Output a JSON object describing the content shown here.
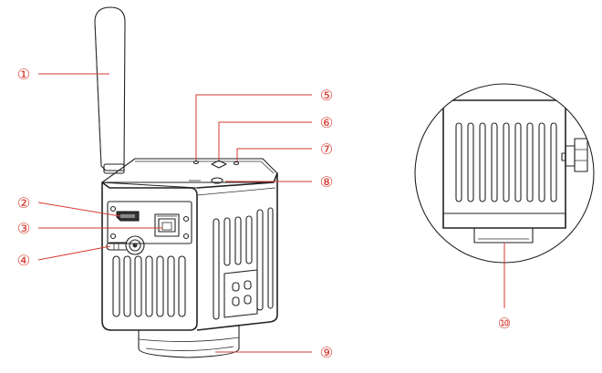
{
  "colors": {
    "callout": "#d63a30",
    "outline": "#222222",
    "background": "#ffffff"
  },
  "callouts": [
    {
      "id": "1",
      "label": "①"
    },
    {
      "id": "2",
      "label": "②"
    },
    {
      "id": "3",
      "label": "③"
    },
    {
      "id": "4",
      "label": "④"
    },
    {
      "id": "5",
      "label": "⑤"
    },
    {
      "id": "6",
      "label": "⑥"
    },
    {
      "id": "7",
      "label": "⑦"
    },
    {
      "id": "8",
      "label": "⑧"
    },
    {
      "id": "9",
      "label": "⑨"
    },
    {
      "id": "10",
      "label": "⑩"
    }
  ]
}
